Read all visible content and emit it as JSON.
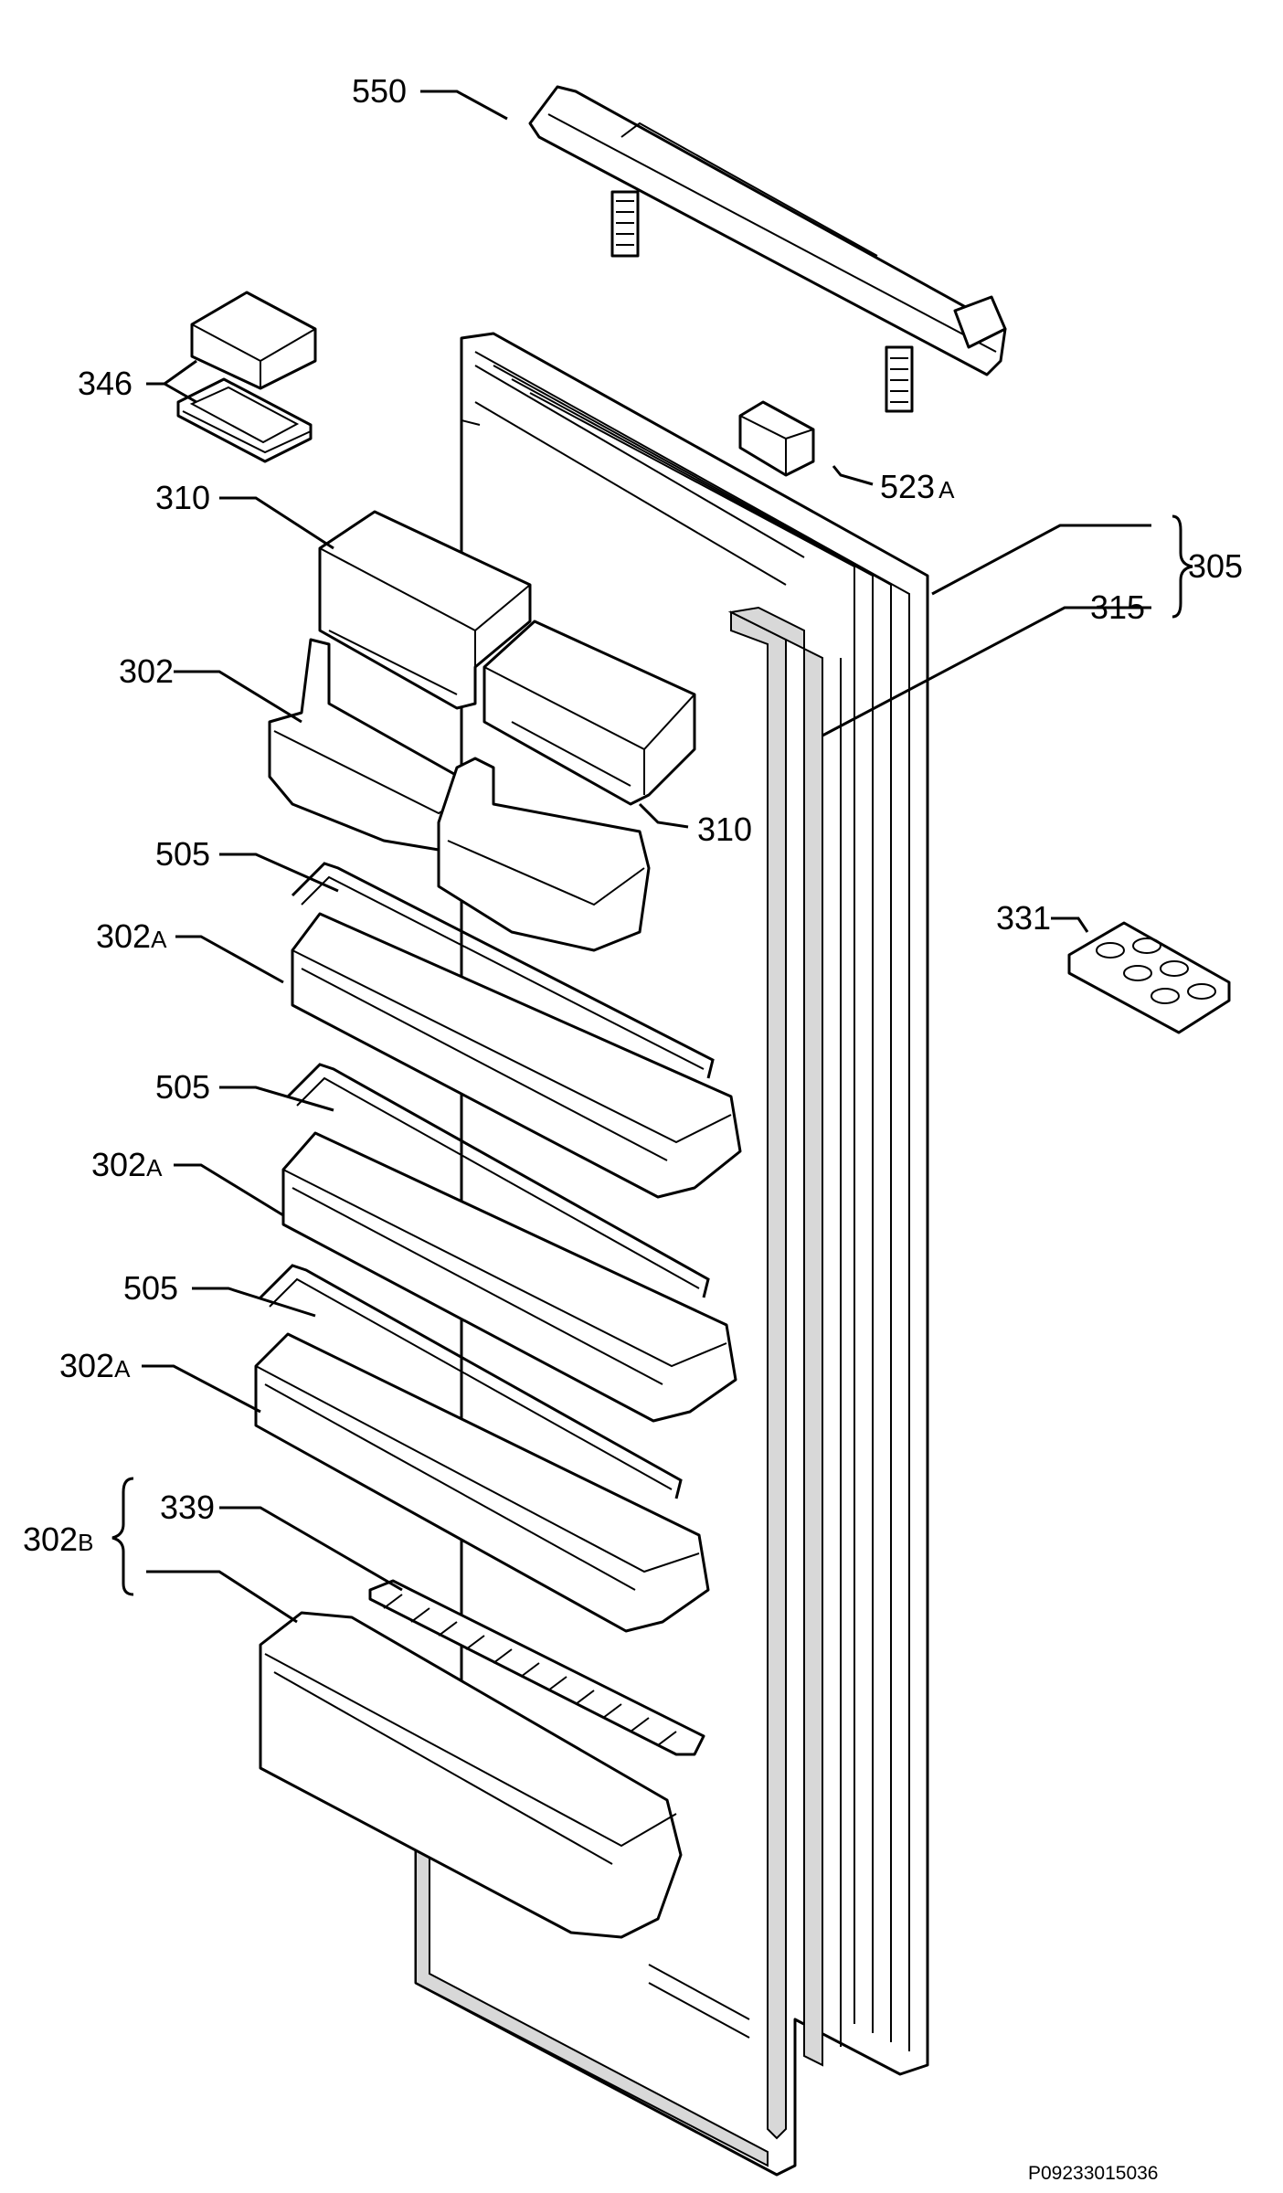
{
  "labels": {
    "l550": "550",
    "l346": "346",
    "l523a": "523",
    "l523a_suffix": "A",
    "l310_top": "310",
    "l305": "305",
    "l315": "315",
    "l302": "302",
    "l310_mid": "310",
    "l505_1": "505",
    "l302a_1": "302",
    "l302a_1_suffix": "A",
    "l331": "331",
    "l505_2": "505",
    "l302a_2": "302",
    "l302a_2_suffix": "A",
    "l505_3": "505",
    "l302a_3": "302",
    "l302a_3_suffix": "A",
    "l339": "339",
    "l302b": "302",
    "l302b_suffix": "B"
  },
  "footer": {
    "code": "P09233015036"
  }
}
